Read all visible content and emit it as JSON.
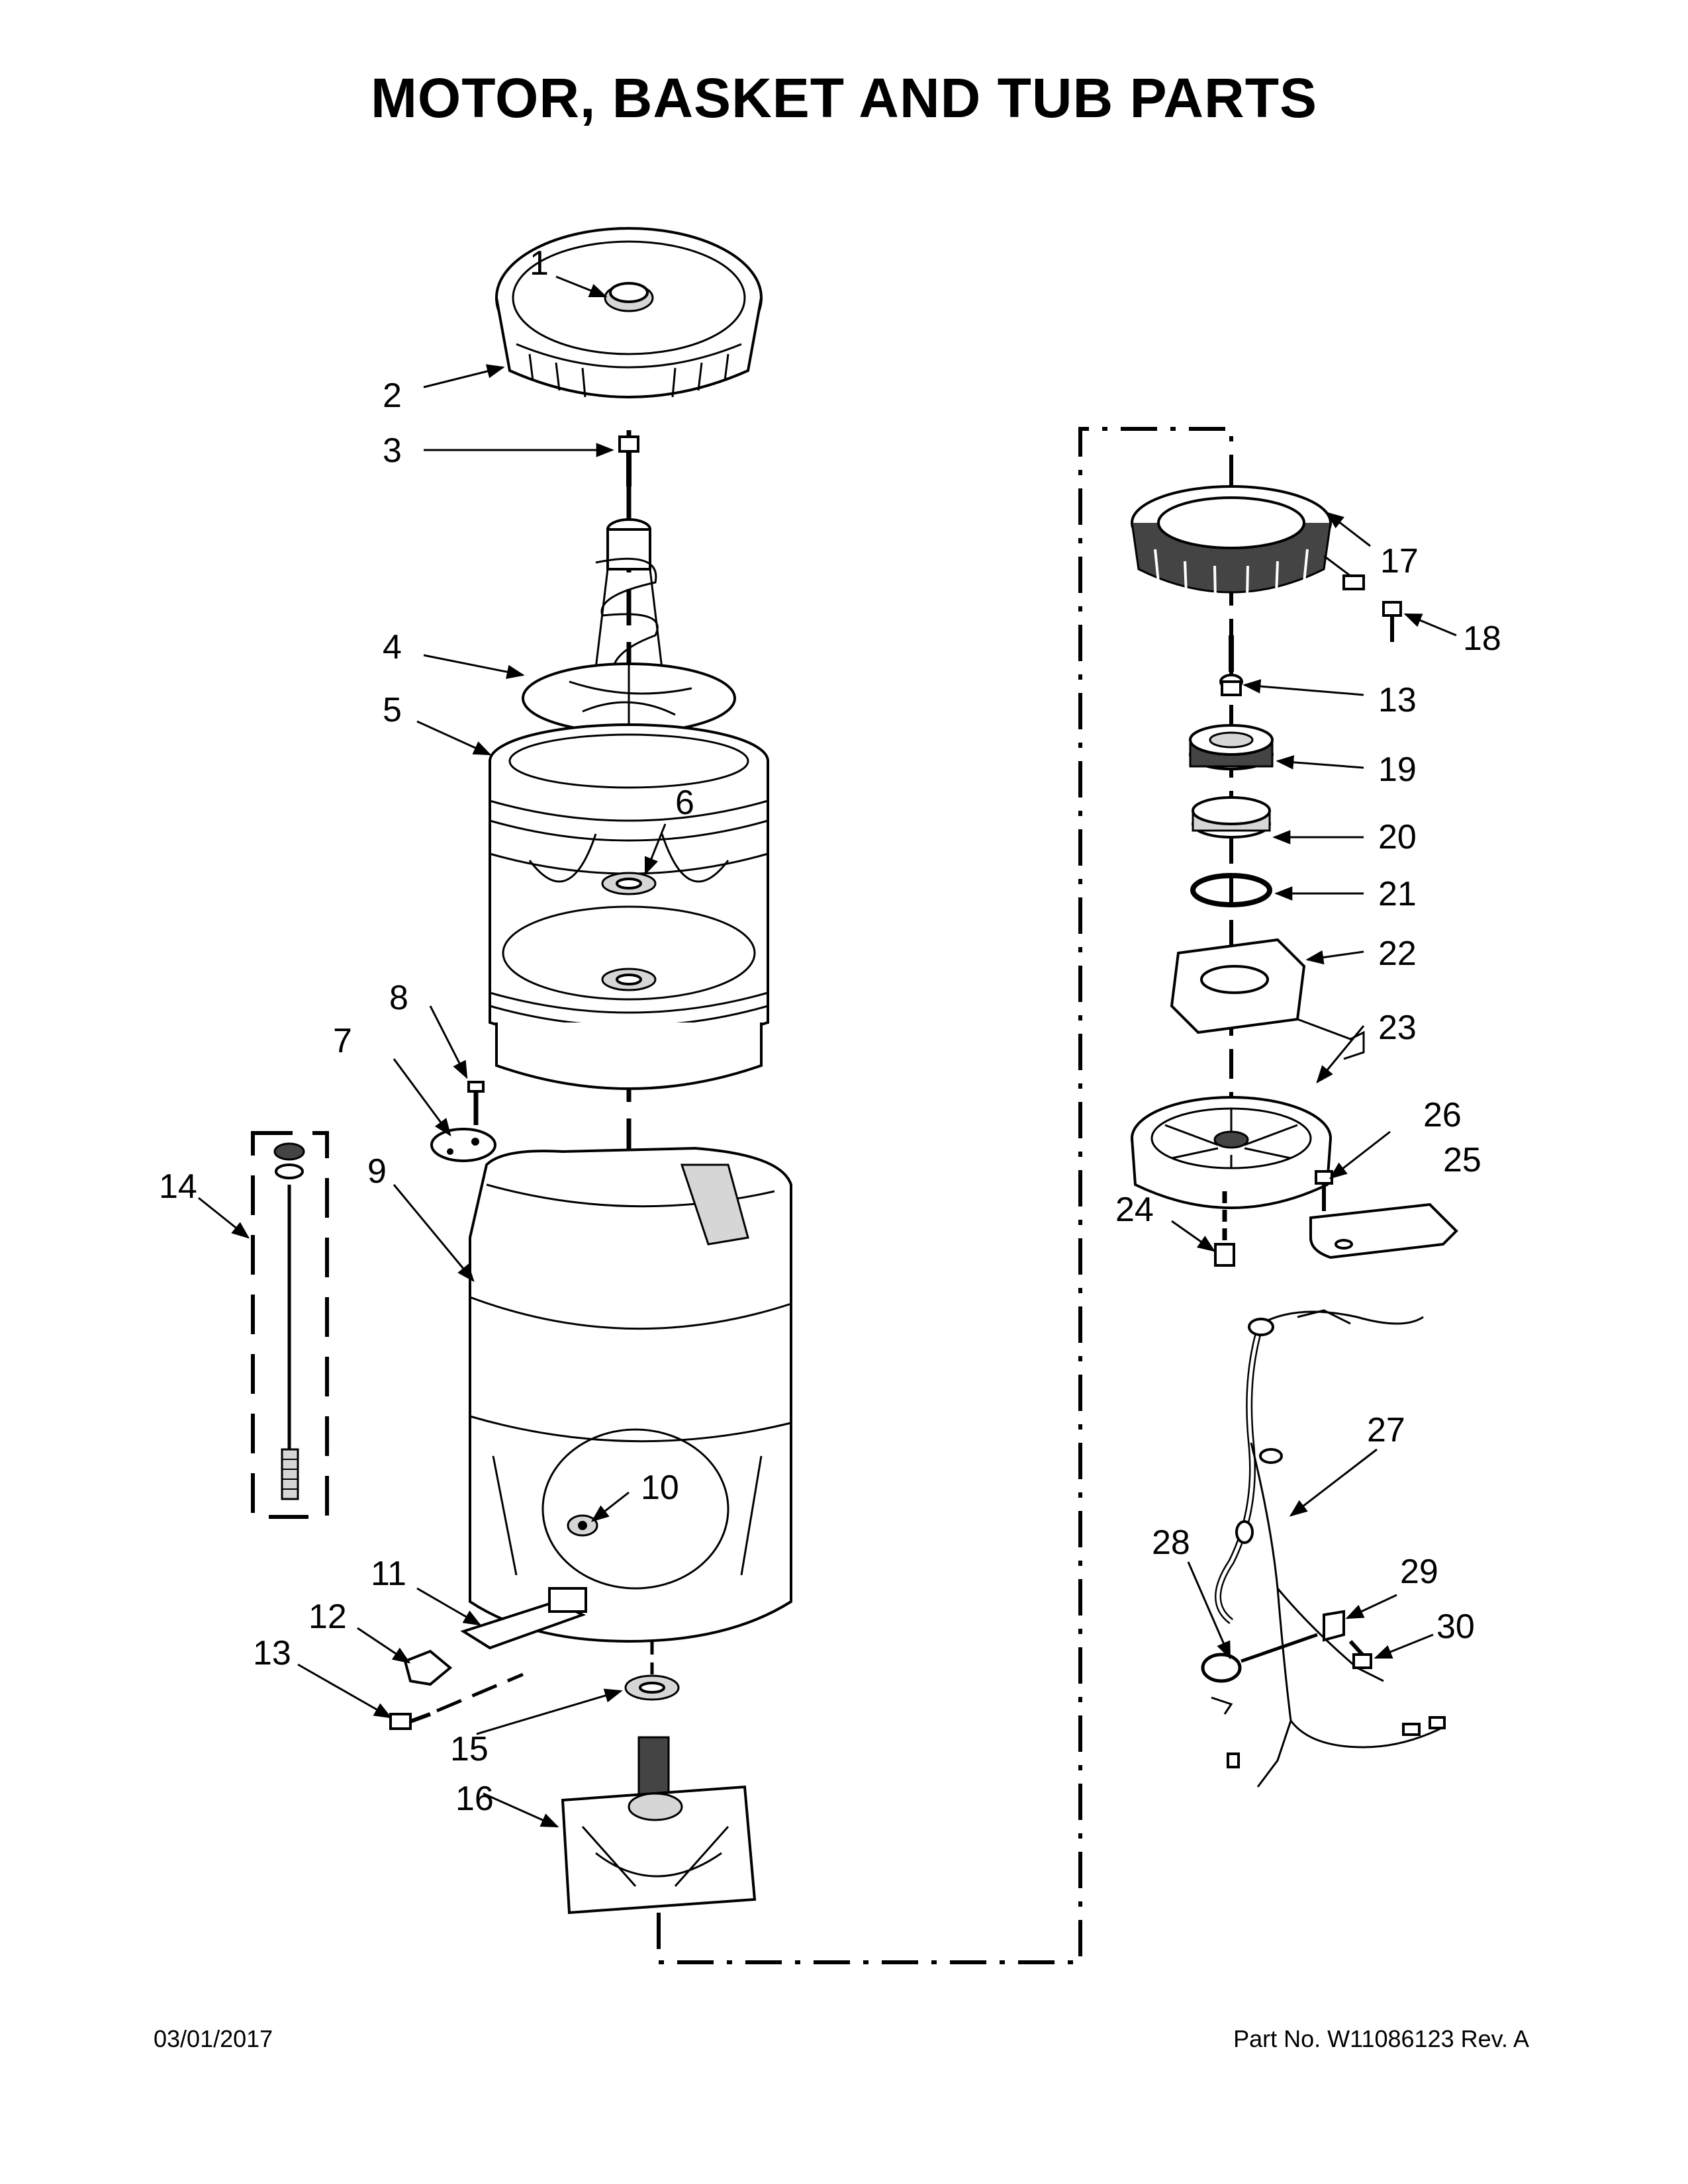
{
  "title": "MOTOR, BASKET AND TUB PARTS",
  "footer": {
    "date": "03/01/2017",
    "part_number": "Part No.  W11086123  Rev.  A"
  },
  "callouts": {
    "c1": "1",
    "c2": "2",
    "c3": "3",
    "c4": "4",
    "c5": "5",
    "c6": "6",
    "c7": "7",
    "c8": "8",
    "c9": "9",
    "c10": "10",
    "c11": "11",
    "c12": "12",
    "c13a": "13",
    "c13b": "13",
    "c14": "14",
    "c15": "15",
    "c16": "16",
    "c17": "17",
    "c18": "18",
    "c19": "19",
    "c20": "20",
    "c21": "21",
    "c22": "22",
    "c23": "23",
    "c24": "24",
    "c25": "25",
    "c26": "26",
    "c27": "27",
    "c28": "28",
    "c29": "29",
    "c30": "30"
  }
}
